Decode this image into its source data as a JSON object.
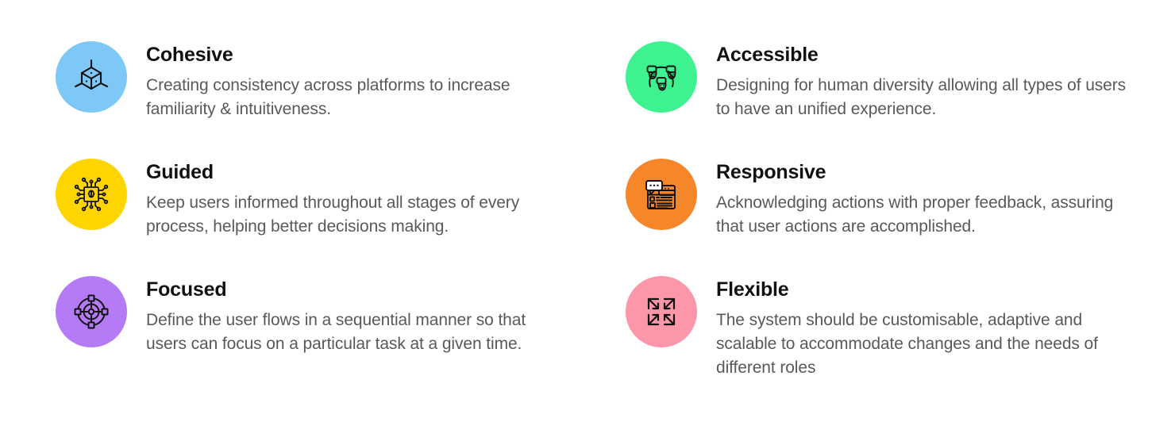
{
  "layout": {
    "columns": 2,
    "rows": 3,
    "background": "#FFFFFF",
    "title_color": "#111111",
    "description_color": "#595959"
  },
  "principles": [
    {
      "id": "cohesive",
      "title": "Cohesive",
      "description": "Creating consistency across platforms to increase familiarity & intuitiveness.",
      "icon": "cube-3d-icon",
      "circle_color": "#7DC8F7",
      "stroke_color": "#111111"
    },
    {
      "id": "guided",
      "title": "Guided",
      "description": "Keep users informed throughout all stages of every process, helping better decisions making.",
      "icon": "chip-brain-icon",
      "circle_color": "#FFD500",
      "stroke_color": "#111111"
    },
    {
      "id": "focused",
      "title": "Focused",
      "description": "Define the user flows in a sequential manner so that users can focus on a particular task at a given time.",
      "icon": "target-crosshair-icon",
      "circle_color": "#B57BF7",
      "stroke_color": "#111111"
    },
    {
      "id": "accessible",
      "title": "Accessible",
      "description": "Designing for human diversity allowing all types of users to have an unified experience.",
      "icon": "people-diversity-icon",
      "circle_color": "#3DF28F",
      "stroke_color": "#111111"
    },
    {
      "id": "responsive",
      "title": "Responsive",
      "description": "Acknowledging actions with proper feedback, assuring that user actions are accomplished.",
      "icon": "window-feedback-icon",
      "circle_color": "#F5862A",
      "stroke_color": "#111111"
    },
    {
      "id": "flexible",
      "title": "Flexible",
      "description": "The system should be customisable, adaptive and scalable to accommodate changes and the needs of different roles",
      "icon": "expand-arrows-icon",
      "circle_color": "#FB97A8",
      "stroke_color": "#111111"
    }
  ]
}
